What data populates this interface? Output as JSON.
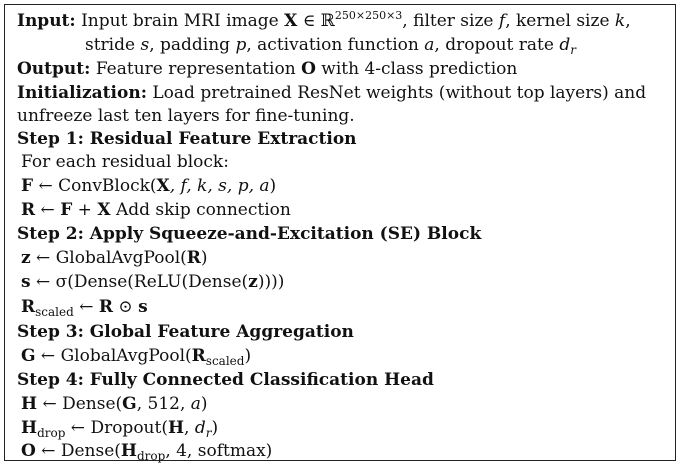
{
  "algorithm": {
    "input": {
      "label": "Input:",
      "line1_prefix": "Input brain MRI image ",
      "image_symbol": "X",
      "in_symbol": " ∈ ℝ",
      "dimension": "250×250×3",
      "line1_suffix": ", filter size ",
      "f": "f",
      "kernel_text": ", kernel size ",
      "k": "k",
      "line1_end": ",",
      "line2_stride": "stride ",
      "s": "s",
      "padding_text": ", padding ",
      "p": "p",
      "activation_text": ", activation function ",
      "a": "a",
      "dropout_text": ", dropout rate ",
      "d": "d",
      "r": "r"
    },
    "output": {
      "label": "Output:",
      "text_prefix": "Feature representation ",
      "symbol": "O",
      "text_suffix": " with 4-class prediction"
    },
    "initialization": {
      "label": "Initialization:",
      "line1": "Load pretrained ResNet weights (without top layers) and",
      "line2": "unfreeze last ten layers for fine-tuning."
    },
    "step1": {
      "title": "Step 1: Residual Feature Extraction",
      "for_each": "For each residual block:",
      "eq1_lhs": "F",
      "eq1_rhs_prefix": " ← ConvBlock(",
      "eq1_X": "X",
      "eq1_args": ", f, k, s, p, a",
      "eq1_close": ")",
      "eq2_lhs": "R",
      "eq2_arrow": " ← ",
      "eq2_F": "F",
      "eq2_plus": " + ",
      "eq2_X": "X",
      "eq2_comment": " Add skip connection"
    },
    "step2": {
      "title": "Step 2: Apply Squeeze-and-Excitation (SE) Block",
      "eq1_lhs": "z",
      "eq1_mid": " ← GlobalAvgPool(",
      "eq1_R": "R",
      "eq1_close": ")",
      "eq2_lhs": "s",
      "eq2_mid": " ← σ(Dense(ReLU(Dense(",
      "eq2_z": "z",
      "eq2_close": "))))",
      "eq3_lhs": "R",
      "eq3_sub": "scaled",
      "eq3_arrow": " ← ",
      "eq3_R": "R",
      "eq3_odot": " ⊙ ",
      "eq3_s": "s"
    },
    "step3": {
      "title": "Step 3: Global Feature Aggregation",
      "eq_lhs": "G",
      "eq_mid": " ← GlobalAvgPool(",
      "eq_R": "R",
      "eq_sub": "scaled",
      "eq_close": ")"
    },
    "step4": {
      "title": "Step 4: Fully Connected Classification Head",
      "eq1_lhs": "H",
      "eq1_mid": " ← Dense(",
      "eq1_G": "G",
      "eq1_args": ", 512, ",
      "eq1_a": "a",
      "eq1_close": ")",
      "eq2_lhs": "H",
      "eq2_sub": "drop",
      "eq2_mid": " ← Dropout(",
      "eq2_H": "H",
      "eq2_comma": ", ",
      "eq2_d": "d",
      "eq2_r": "r",
      "eq2_close": ")",
      "eq3_lhs": "O",
      "eq3_mid": " ← Dense(",
      "eq3_H": "H",
      "eq3_sub": "drop",
      "eq3_args": ", 4, softmax)"
    }
  }
}
